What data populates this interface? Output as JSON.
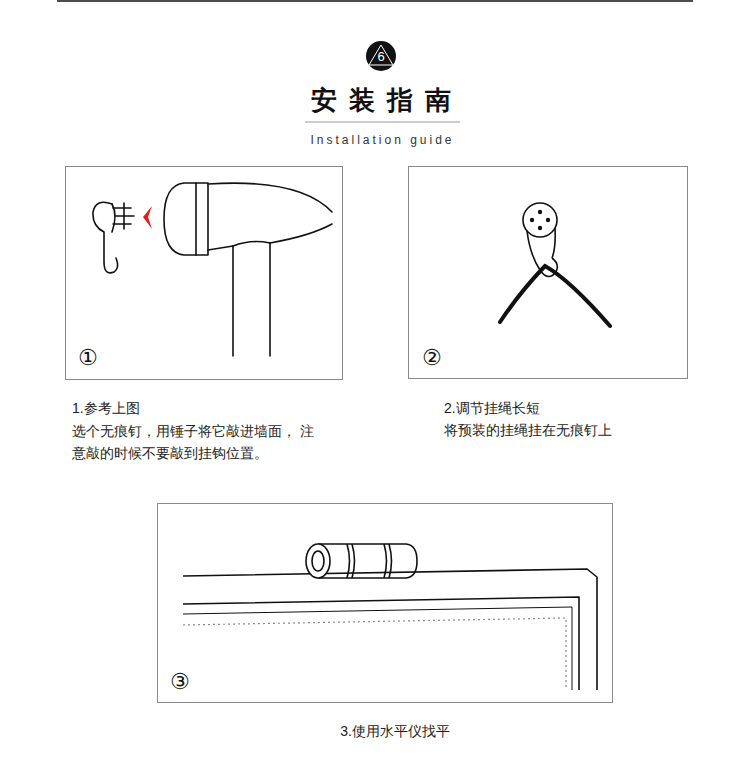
{
  "diagram": {
    "title": "安装指南",
    "nodes": [
      {
        "text": [
          "6"
        ]
      },
      {
        "text": [
          "①"
        ]
      },
      {
        "text": [
          "②"
        ]
      },
      {
        "text": [
          "③"
        ]
      }
    ],
    "labels": [
      "Installation guide",
      "1.参考上图",
      "选个无痕钉，用锤子将它敲进墙面， 注意敲的时候不要敲到挂钩位置。",
      "2.调节挂绳长短",
      "将预装的挂绳挂在无痕钉上",
      "3.使用水平仪找平"
    ]
  }
}
